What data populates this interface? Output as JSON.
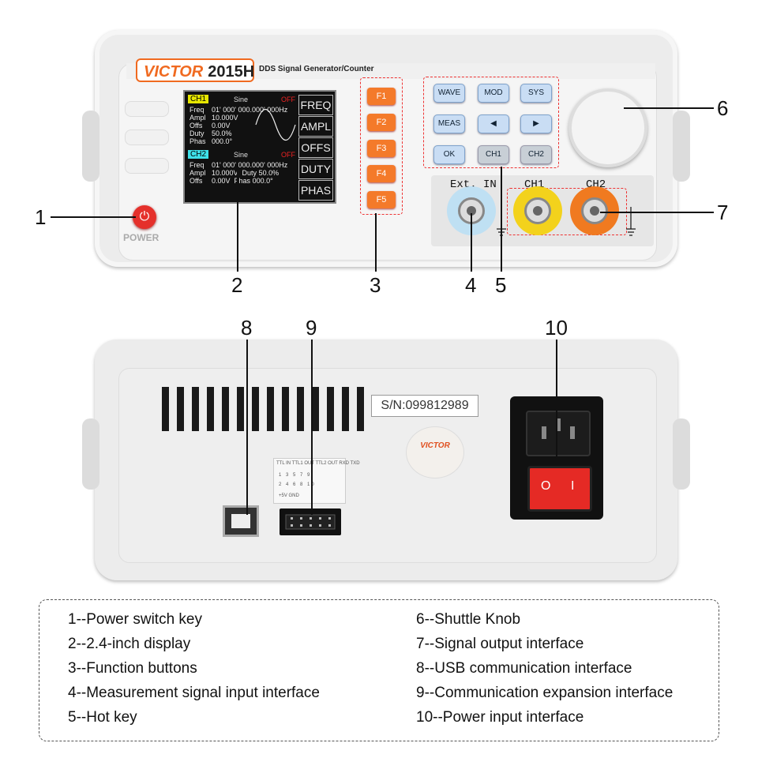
{
  "front": {
    "brand": "VICTOR",
    "model": "2015H",
    "subtitle": "DDS Signal Generator/Counter",
    "power_label": "POWER",
    "display": {
      "ch1": {
        "tag": "CH1",
        "wave": "Sine",
        "state": "OFF",
        "freq_key": "Freq",
        "freq_val": "01' 000' 000.000' 000Hz",
        "ampl_key": "Ampl",
        "ampl_val": "10.000V",
        "offs_key": "Offs",
        "offs_val": "0.00V",
        "duty_key": "Duty",
        "duty_val": "50.0%",
        "phas_key": "Phas",
        "phas_val": "000.0°"
      },
      "ch2": {
        "tag": "CH2",
        "wave": "Sine",
        "state": "OFF",
        "freq_key": "Freq",
        "freq_val": "01' 000' 000.000' 000Hz",
        "ampl_key": "Ampl",
        "ampl_val": "10.000V",
        "duty_key": "Duty",
        "duty_val": "50.0%",
        "offs_key": "Offs",
        "offs_val": "0.00V",
        "phas_key": "Phas",
        "phas_val": "000.0°"
      },
      "softkeys": [
        "FREQ",
        "AMPL",
        "OFFS",
        "DUTY",
        "PHAS"
      ]
    },
    "function_buttons": [
      "F1",
      "F2",
      "F3",
      "F4",
      "F5"
    ],
    "hot_keys": {
      "wave": "WAVE",
      "mod": "MOD",
      "sys": "SYS",
      "meas": "MEAS",
      "left": "◀",
      "right": "▶",
      "ok": "OK",
      "ch1": "CH1",
      "ch2": "CH2"
    },
    "connectors": {
      "ext_in": "Ext. IN",
      "ch1": "CH1",
      "ch2": "CH2"
    }
  },
  "rear": {
    "serial": "S/N:099812989",
    "seal_brand": "VICTOR",
    "pinmap": {
      "header": "TTL IN TTL1 OUT TTL2 OUT RXD TXD",
      "row1": "1 3 5 7 9",
      "row2": "2 4 6 8 10",
      "footer": "+5V      GND"
    },
    "switch_off": "O",
    "switch_on": "I"
  },
  "callouts": [
    "1",
    "2",
    "3",
    "4",
    "5",
    "6",
    "7",
    "8",
    "9",
    "10"
  ],
  "legend": {
    "left": [
      "1--Power switch key",
      "2--2.4-inch display",
      "3--Function buttons",
      "4--Measurement signal input interface",
      "5--Hot key"
    ],
    "right": [
      "6--Shuttle Knob",
      "7--Signal output interface",
      "8--USB communication interface",
      "9--Communication expansion interface",
      "10--Power input interface"
    ]
  },
  "colors": {
    "brand_orange": "#f06a20",
    "function_button": "#f47a2a",
    "hot_key_blue": "#c9ddf4",
    "ch1_ring": "#f3d21c",
    "ch2_ring": "#f07a20",
    "ext_in_ring": "#bfe0f3",
    "power_red": "#e5302b"
  }
}
